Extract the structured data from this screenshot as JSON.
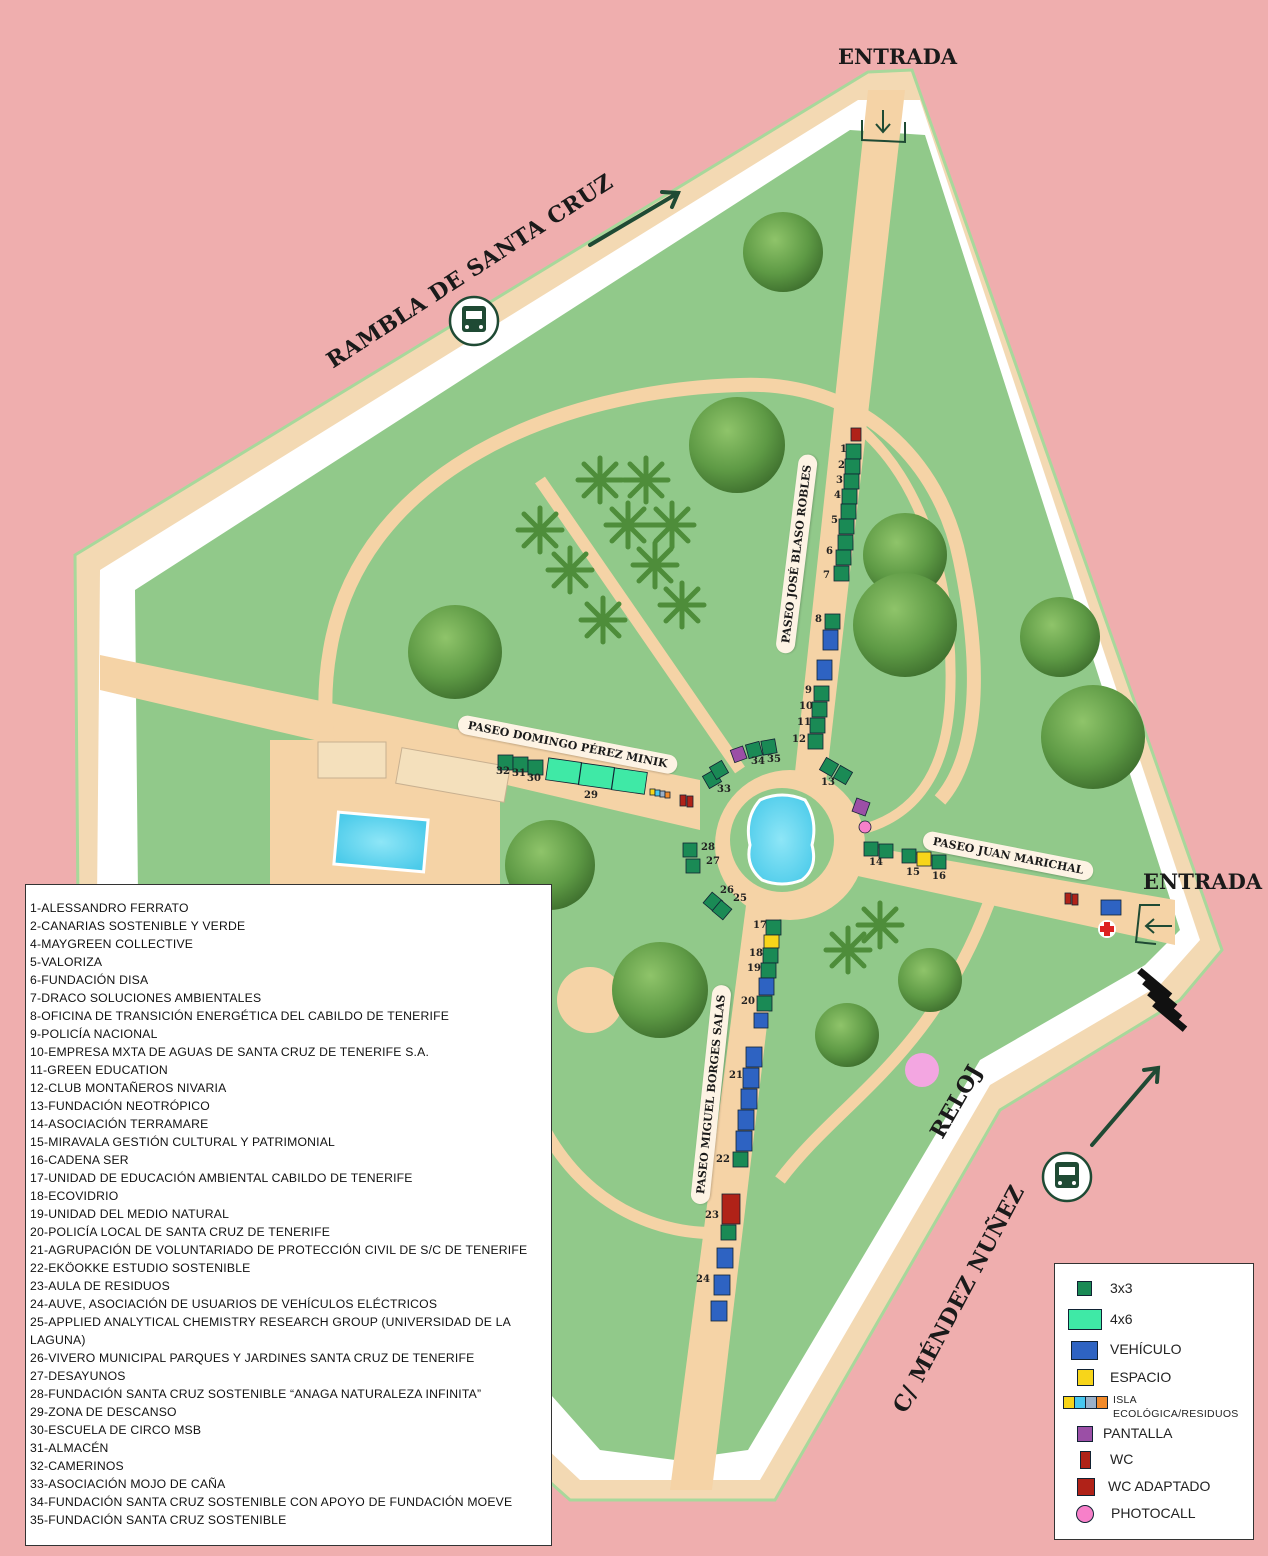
{
  "map": {
    "entrance_north": "ENTRADA",
    "entrance_east": "ENTRADA",
    "street_west": "RAMBLA DE SANTA CRUZ",
    "street_south": "C/ MÉNDEZ NUÑEZ",
    "paseo_north": "PASEO JOSÉ BLASO ROBLES",
    "paseo_west": "PASEO DOMINGO PÉREZ MINIK",
    "paseo_east": "PASEO JUAN MARICHAL",
    "paseo_south": "PASEO MIGUEL BORGES SALAS",
    "reloj": "RELOJ",
    "stand_numbers": [
      "1",
      "2",
      "3",
      "4",
      "5",
      "6",
      "7",
      "8",
      "9",
      "10",
      "11",
      "12",
      "13",
      "14",
      "15",
      "16",
      "17",
      "18",
      "19",
      "20",
      "21",
      "22",
      "23",
      "24",
      "25",
      "26",
      "27",
      "28",
      "29",
      "30",
      "31",
      "32",
      "33",
      "34",
      "35"
    ],
    "icons": [
      "bus-icon",
      "bus-icon",
      "entrance-arrow-icon",
      "entrance-arrow-icon",
      "first-aid-icon",
      "crosswalk-icon",
      "direction-arrow-icon",
      "direction-arrow-icon"
    ]
  },
  "exhibitors": [
    "1-ALESSANDRO FERRATO",
    "2-CANARIAS SOSTENIBLE Y VERDE",
    "4-MAYGREEN COLLECTIVE",
    "5-VALORIZA",
    "6-FUNDACIÓN DISA",
    "7-DRACO SOLUCIONES AMBIENTALES",
    "8-OFICINA DE TRANSICIÓN ENERGÉTICA DEL CABILDO DE TENERIFE",
    "9-POLICÍA NACIONAL",
    "10-EMPRESA MXTA DE AGUAS DE SANTA CRUZ DE TENERIFE S.A.",
    "11-GREEN EDUCATION",
    "12-CLUB MONTAÑEROS NIVARIA",
    "13-FUNDACIÓN NEOTRÓPICO",
    "14-ASOCIACIÓN TERRAMARE",
    "15-MIRAVALA GESTIÓN CULTURAL Y PATRIMONIAL",
    "16-CADENA SER",
    "17-UNIDAD DE EDUCACIÓN AMBIENTAL CABILDO DE TENERIFE",
    "18-ECOVIDRIO",
    "19-UNIDAD DEL MEDIO NATURAL",
    "20-POLICÍA LOCAL DE SANTA CRUZ DE TENERIFE",
    "21-AGRUPACIÓN DE VOLUNTARIADO DE PROTECCIÓN CIVIL DE S/C DE TENERIFE",
    "22-EKÖOKKE ESTUDIO SOSTENIBLE",
    "23-AULA DE RESIDUOS",
    "24-AUVE, ASOCIACIÓN DE USUARIOS DE VEHÍCULOS ELÉCTRICOS",
    "25-APPLIED ANALYTICAL CHEMISTRY RESEARCH GROUP (UNIVERSIDAD DE LA LAGUNA)",
    "26-VIVERO MUNICIPAL PARQUES Y JARDINES SANTA CRUZ DE TENERIFE",
    "27-DESAYUNOS",
    "28-FUNDACIÓN SANTA CRUZ SOSTENIBLE “ANAGA NATURALEZA INFINITA”",
    "29-ZONA DE DESCANSO",
    "30-ESCUELA DE CIRCO MSB",
    "31-ALMACÉN",
    "32-CAMERINOS",
    "33-ASOCIACIÓN MOJO DE CAÑA",
    "34-FUNDACIÓN SANTA CRUZ SOSTENIBLE CON APOYO DE FUNDACIÓN MOEVE",
    "35-FUNDACIÓN SANTA CRUZ SOSTENIBLE"
  ],
  "legend": [
    {
      "label": "3x3",
      "color": "#1a8a55",
      "kind": "stand-3x3"
    },
    {
      "label": "4x6",
      "color": "#3fe9a6",
      "kind": "stand-4x6"
    },
    {
      "label": "VEHÍCULO",
      "color": "#2e63c2",
      "kind": "vehicle"
    },
    {
      "label": "ESPACIO",
      "color": "#f7d51a",
      "kind": "space"
    },
    {
      "label": "ISLA ECOLÓGICA/RESIDUOS",
      "colors": [
        "#f7d51a",
        "#47c8f0",
        "#9ab0c8",
        "#f18a2a"
      ],
      "kind": "eco-island"
    },
    {
      "label": "PANTALLA",
      "color": "#9b4fa6",
      "kind": "screen"
    },
    {
      "label": "WC",
      "color": "#b02218",
      "kind": "wc"
    },
    {
      "label": "WC ADAPTADO",
      "color": "#b02218",
      "kind": "wc-adapted"
    },
    {
      "label": "PHOTOCALL",
      "color": "#f780c9",
      "kind": "photocall"
    }
  ]
}
